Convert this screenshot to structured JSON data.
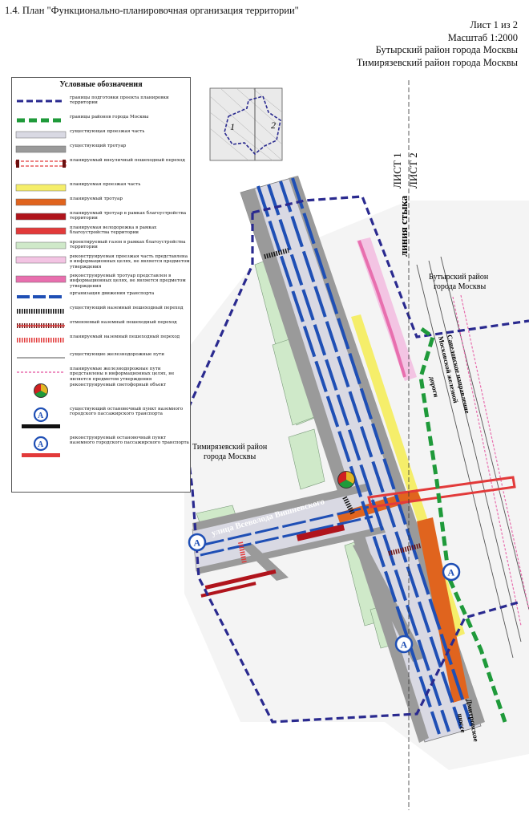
{
  "header": {
    "title": "1.4. План \"Функционально-планировочная организация территории\"",
    "sheet": "Лист 1 из 2",
    "scale": "Масштаб 1:2000",
    "district1": "Бутырский район  города Москвы",
    "district2": "Тимирязевский район  города Москвы"
  },
  "legend": {
    "title": "Условные обозначения",
    "items": [
      {
        "label": "границы подготовки проекта планировки территории",
        "kind": "dash-navy"
      },
      {
        "label": "границы районов города Москвы",
        "kind": "dash-green"
      },
      {
        "label": "существующая проезжая часть",
        "kind": "fill",
        "color": "#d9d9e3"
      },
      {
        "label": "существующий тротуар",
        "kind": "fill",
        "color": "#9a9a9a"
      },
      {
        "label": "планируемый внеуличный пешеходный переход",
        "kind": "underpass"
      },
      {
        "label": "планируемая проезжая часть",
        "kind": "fill",
        "color": "#f5ee6a"
      },
      {
        "label": "планируемый тротуар",
        "kind": "fill",
        "color": "#e0641e"
      },
      {
        "label": "планируемый тротуар в рамках благоустройства территории",
        "kind": "fill",
        "color": "#b0141c"
      },
      {
        "label": "планируемая велодорожка  в рамках благоустройства территории",
        "kind": "fill",
        "color": "#e23a3a"
      },
      {
        "label": "проектируемый газон в рамках благоустройства территории",
        "kind": "fill",
        "color": "#cfe9c9"
      },
      {
        "label": "реконструируемая проезжая часть представлена в информационных целях, не является предметом утверждения",
        "kind": "fill",
        "color": "#f3c4e3"
      },
      {
        "label": "реконструируемый тротуар представлен в информационных целях, не является предметом утверждения",
        "kind": "fill",
        "color": "#e86fae"
      },
      {
        "label": "организация движения транспорта",
        "kind": "traffic"
      },
      {
        "label": "существующий наземный пешеходный переход",
        "kind": "cross-black"
      },
      {
        "label": "отменяемый наземный пешеходный переход",
        "kind": "cross-cancel"
      },
      {
        "label": "планируемый наземный пешеходный переход",
        "kind": "cross-red"
      },
      {
        "label": "существующие железнодорожные пути",
        "kind": "rail"
      },
      {
        "label": "планируемые железнодорожные пути представлены в информационных целях, не является предметом утверждения",
        "kind": "rail-pink"
      },
      {
        "label": "реконструируемый светофорный объект",
        "kind": "signal"
      },
      {
        "label": "существующий остановочный пункт наземного городского пассажирского транспорта",
        "kind": "stop-black"
      },
      {
        "label": "реконструируемый остановочный пункт наземного городского пассажирского транспорта",
        "kind": "stop-red"
      }
    ]
  },
  "map": {
    "butyrsky": [
      "Бутырский район",
      "города Москвы"
    ],
    "timiryazevsky": [
      "Тимирязевский район",
      "города Москвы"
    ],
    "junction_line": "линия стыка",
    "sheet1": "ЛИСТ 1",
    "sheet2": "ЛИСТ 2",
    "street": "улица Всеволода Вишневского",
    "railway": [
      "Савеловское направление",
      "Московской железной",
      "дороги"
    ],
    "highway": [
      "Дмитровское",
      "шоссе"
    ],
    "inset_zone1": "1",
    "inset_zone2": "2",
    "stop_letter": "А"
  },
  "colors": {
    "navy": "#2a2a8f",
    "green": "#1f9a3a",
    "road": "#d9d9e3",
    "sidewalk": "#9a9a9a",
    "blue": "#1f4fb5",
    "lawn": "#cfe9c9"
  }
}
